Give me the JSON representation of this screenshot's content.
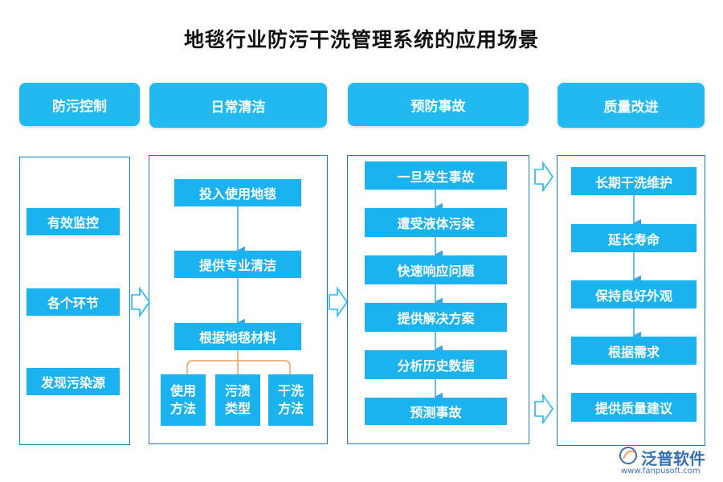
{
  "title": "地毯行业防污干洗管理系统的应用场景",
  "columns": [
    {
      "header": "防污控制",
      "items": [
        "有效监控",
        "各个环节",
        "发现污染源"
      ]
    },
    {
      "header": "日常清洁",
      "flow": [
        "投入使用地毯",
        "提供专业清洁",
        "根据地毯材料"
      ],
      "branches": [
        "使用方法",
        "污渍类型",
        "干洗方法"
      ]
    },
    {
      "header": "预防事故",
      "flow": [
        "一旦发生事故",
        "遭受液体污染",
        "快速响应问题",
        "提供解决方案",
        "分析历史数据",
        "预测事故"
      ]
    },
    {
      "header": "质量改进",
      "flow": [
        "长期干洗维护",
        "延长寿命",
        "保持良好外观",
        "根据需求"
      ],
      "extra": "提供质量建议"
    }
  ],
  "logo": {
    "name": "泛普软件",
    "url": "www.fanpusoft.com"
  },
  "colors": {
    "header": "#22b8f0",
    "box": "#1ab2ef",
    "border": "#1f7ec0",
    "connector": "#e8a060"
  }
}
